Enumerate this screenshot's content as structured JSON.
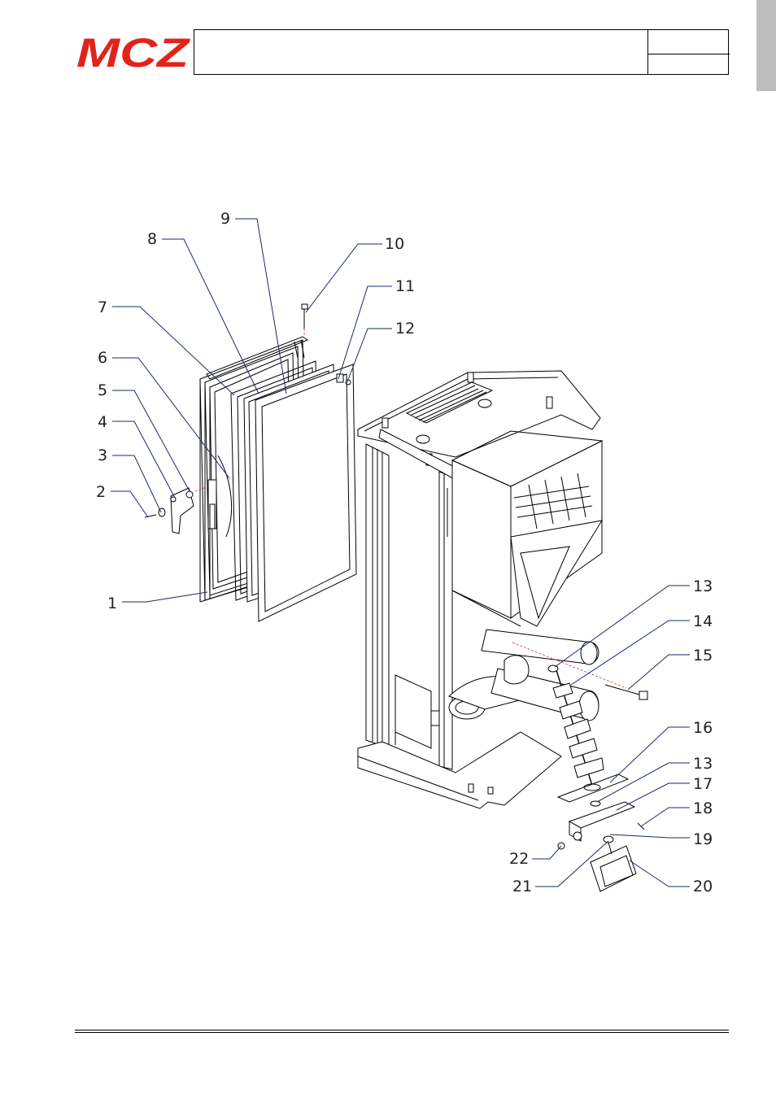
{
  "header": {
    "brand": "MCZ",
    "brand_color": "#e2231a",
    "title_cell": "",
    "right_top_cell": "",
    "right_bottom_cell": ""
  },
  "side_tab": {
    "color": "#bdbdbd"
  },
  "diagram": {
    "callouts": [
      {
        "n": "1"
      },
      {
        "n": "2"
      },
      {
        "n": "3"
      },
      {
        "n": "4"
      },
      {
        "n": "5"
      },
      {
        "n": "6"
      },
      {
        "n": "7"
      },
      {
        "n": "8"
      },
      {
        "n": "9"
      },
      {
        "n": "10"
      },
      {
        "n": "11"
      },
      {
        "n": "12"
      },
      {
        "n": "13"
      },
      {
        "n": "14"
      },
      {
        "n": "15"
      },
      {
        "n": "16"
      },
      {
        "n": "13"
      },
      {
        "n": "17"
      },
      {
        "n": "18"
      },
      {
        "n": "19"
      },
      {
        "n": "20"
      },
      {
        "n": "21"
      },
      {
        "n": "22"
      }
    ]
  }
}
